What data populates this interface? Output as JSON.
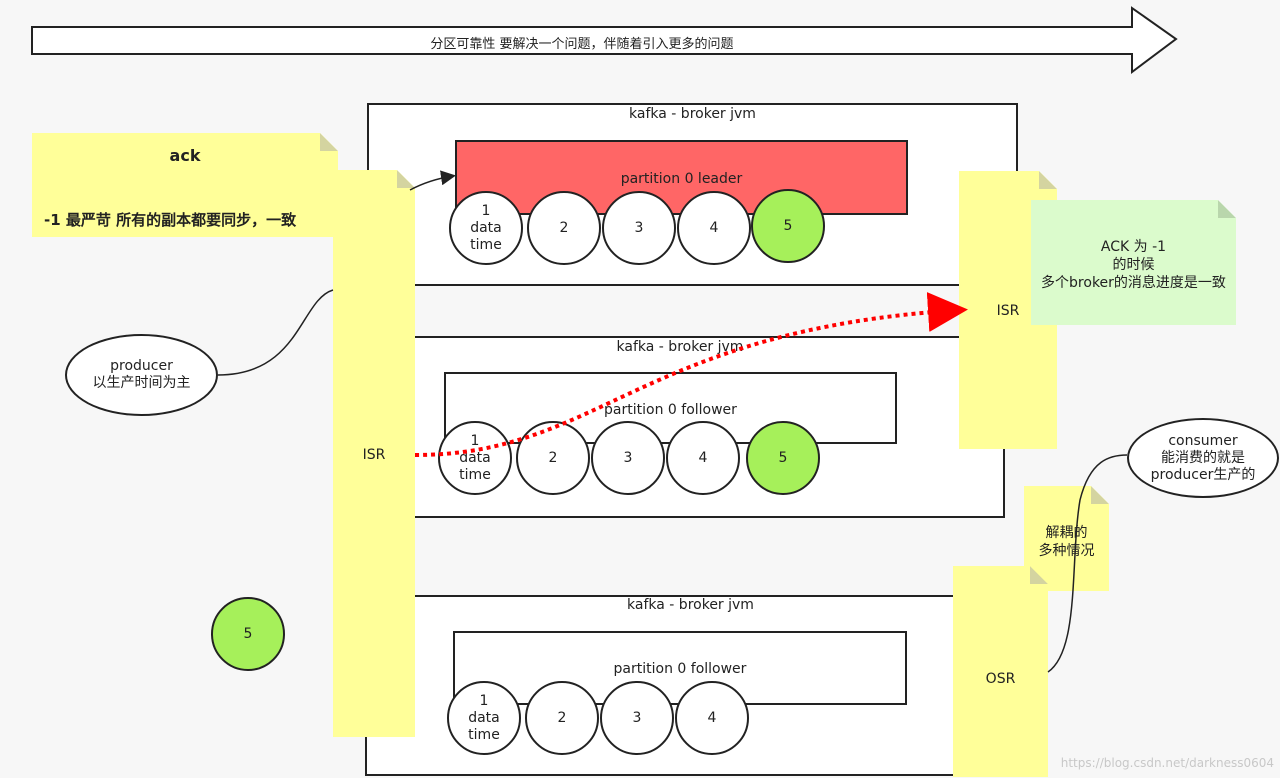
{
  "banner": {
    "text": "分区可靠性  要解决一个问题，伴随着引入更多的问题"
  },
  "brokers": [
    {
      "title": "kafka - broker  jvm",
      "partition": "partition 0  leader"
    },
    {
      "title": "kafka - broker  jvm",
      "partition": "partition 0  follower"
    },
    {
      "title": "kafka - broker  jvm",
      "partition": "partition 0  follower"
    }
  ],
  "messages": {
    "first": [
      "1",
      "data",
      "time"
    ],
    "m2": "2",
    "m3": "3",
    "m4": "4",
    "m5": "5"
  },
  "notes": {
    "ack_title": "ack",
    "ack_desc": "-1 最严苛 所有的副本都要同步，一致",
    "isr_left": "ISR",
    "isr_right": "ISR",
    "ack_explain": [
      "ACK 为 -1",
      "的时候",
      "多个broker的消息进度是一致"
    ],
    "decouple": [
      "解耦的",
      "多种情况"
    ],
    "osr": "OSR"
  },
  "producer": [
    "producer",
    "以生产时间为主"
  ],
  "consumer": [
    "consumer",
    "能消费的就是",
    "producer生产的"
  ],
  "loose_message": "5",
  "watermark": "https://blog.csdn.net/darkness0604",
  "colors": {
    "leader": "#ff6666",
    "green": "#a6f05a",
    "note_yellow": "#ffff99",
    "note_green": "#dbfbcc",
    "arrow_red": "#ff0000"
  }
}
